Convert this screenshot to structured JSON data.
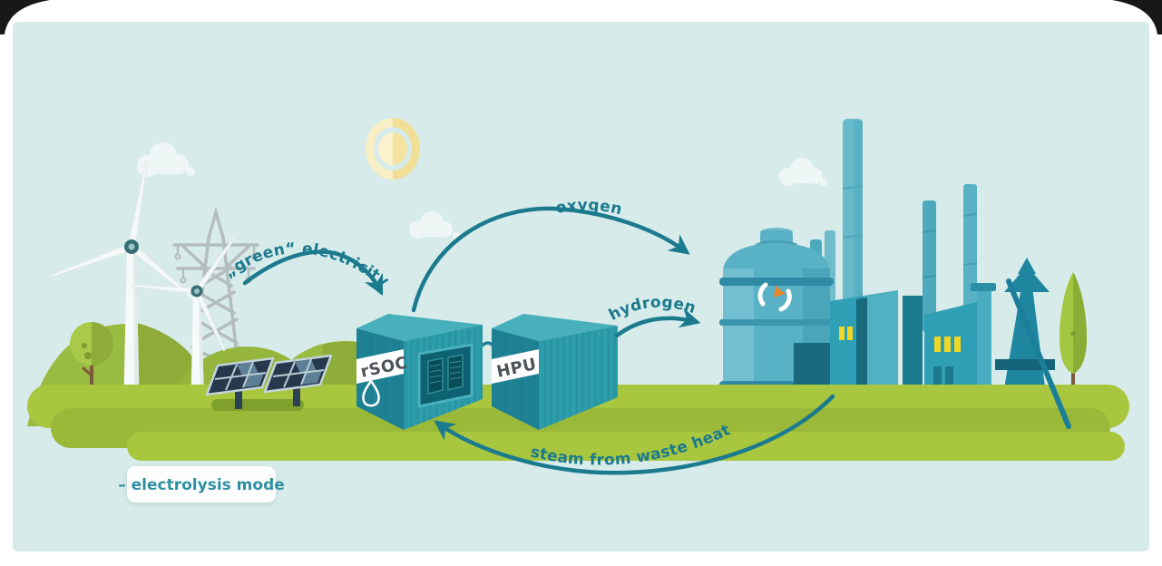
{
  "illustration": {
    "flow_labels": {
      "green_electricity": "„green“ electricity",
      "oxygen": "oxygen",
      "hydrogen": "hydrogen",
      "steam_from_waste_heat": "steam from waste heat"
    },
    "units": {
      "rsoc": "rSOC",
      "hpu": "HPU"
    },
    "legend": {
      "mode_label": "– electrolysis mode"
    },
    "icons": {
      "droplet_icon": "water-droplet",
      "recycle_icon": "circular-arrows",
      "sun_icon": "sun"
    },
    "colors": {
      "sky": "#d7ebeb",
      "ground_light": "#a8c63e",
      "ground_dark": "#9bb938",
      "hills": "#9abb41",
      "container_side": "#2d9dab",
      "container_front": "#1e8093",
      "flow_accent": "#1b7a8e",
      "unit_label_text": "#4d5358",
      "tank_blue": "#58b1c5",
      "window_yellow": "#f0d722",
      "sun_yellow": "#f5e5a0",
      "legend_text": "#2e90a2"
    }
  }
}
